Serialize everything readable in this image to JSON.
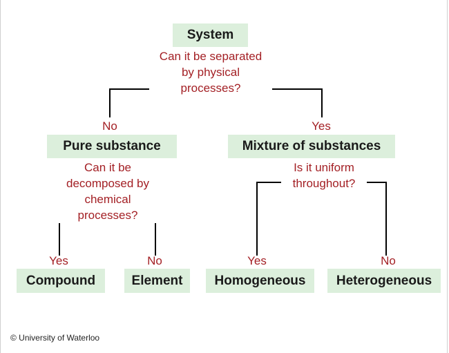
{
  "diagram": {
    "root": {
      "label": "System",
      "question": [
        "Can it be separated",
        "by physical",
        "processes?"
      ]
    },
    "left": {
      "answer": "No",
      "label": "Pure substance",
      "question": [
        "Can it be",
        "decomposed by",
        "chemical",
        "processes?"
      ],
      "children": [
        {
          "answer": "Yes",
          "label": "Compound"
        },
        {
          "answer": "No",
          "label": "Element"
        }
      ]
    },
    "right": {
      "answer": "Yes",
      "label": "Mixture of substances",
      "question": [
        "Is it uniform",
        "throughout?"
      ],
      "children": [
        {
          "answer": "Yes",
          "label": "Homogeneous"
        },
        {
          "answer": "No",
          "label": "Heterogeneous"
        }
      ]
    }
  },
  "colors": {
    "box_fill": "#dcefdc",
    "question_text": "#a31f24",
    "line": "#000000"
  },
  "footer": {
    "copyright": "© University of Waterloo"
  }
}
